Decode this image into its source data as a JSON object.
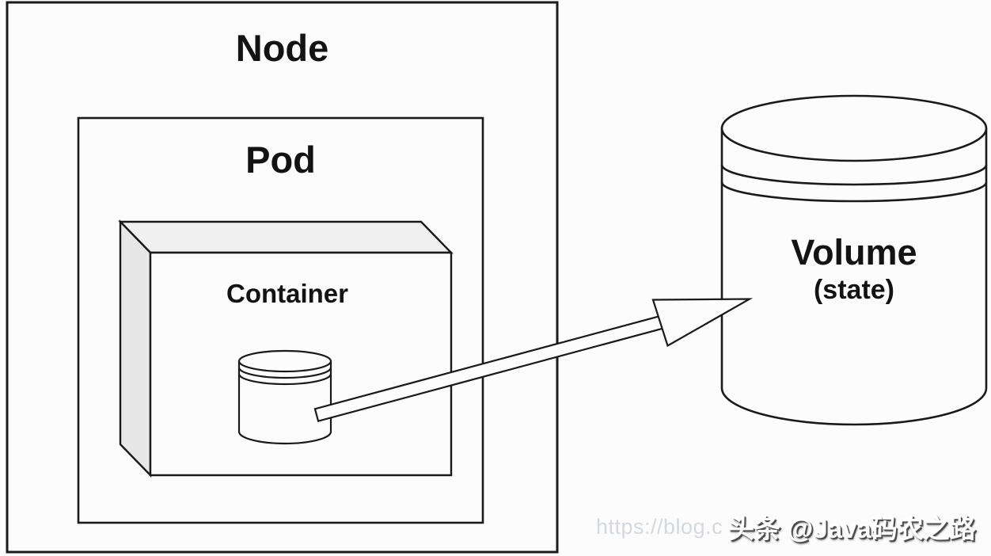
{
  "diagram": {
    "node": {
      "label": "Node"
    },
    "pod": {
      "label": "Pod"
    },
    "container": {
      "label": "Container"
    },
    "volume": {
      "label": "Volume",
      "sublabel": "(state)"
    }
  },
  "watermark": {
    "url_text": "https://blog.c",
    "badge_text": "头条 @Java码农之路"
  },
  "colors": {
    "background": "#fcfcfc",
    "line": "#1a1a1a",
    "box_top_face": "#f0f0f0",
    "box_left_face": "#e7e7e7",
    "watermark_url_color": "#d3d9df",
    "badge_text_color": "#ffffff",
    "badge_shadow_color": "#4d4d4d"
  }
}
